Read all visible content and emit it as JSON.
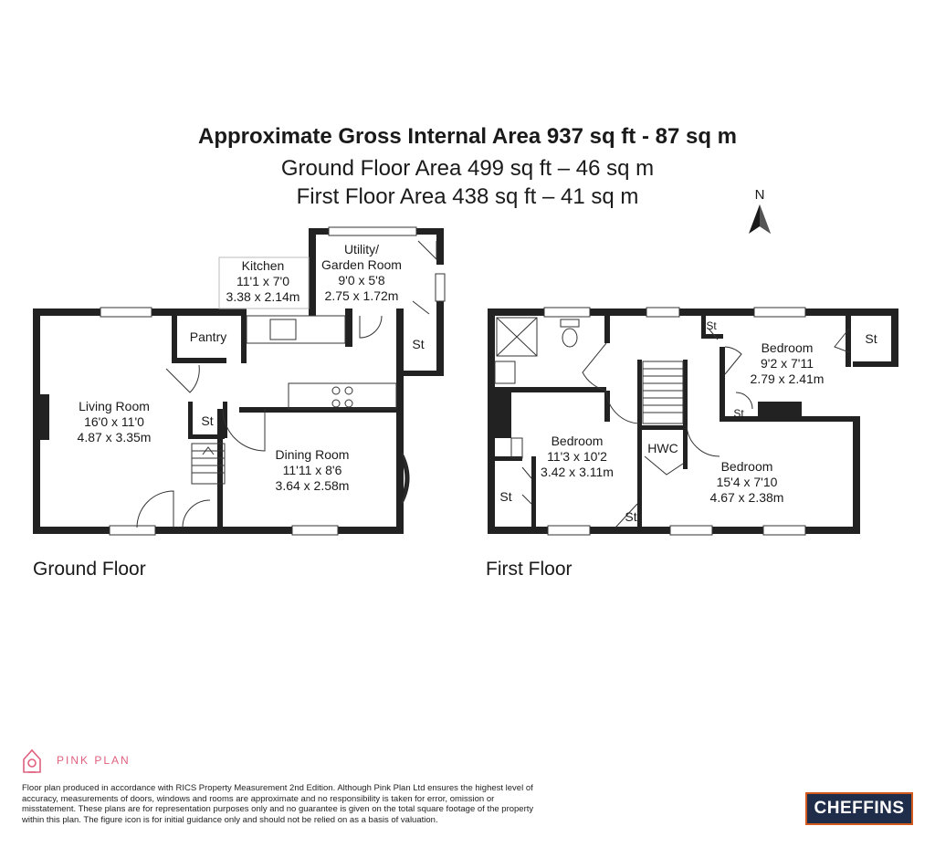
{
  "header": {
    "gross_area": "Approximate Gross Internal Area 937 sq ft - 87 sq m",
    "ground_area": "Ground Floor Area 499 sq ft – 46 sq m",
    "first_area": "First Floor Area 438 sq ft – 41 sq m"
  },
  "compass": {
    "label": "N"
  },
  "ground_floor": {
    "name": "Ground Floor",
    "rooms": {
      "kitchen": {
        "name": "Kitchen",
        "imperial": "11'1 x 7'0",
        "metric": "3.38 x 2.14m"
      },
      "utility": {
        "name1": "Utility/",
        "name2": "Garden Room",
        "imperial": "9'0 x 5'8",
        "metric": "2.75 x 1.72m"
      },
      "pantry": {
        "name": "Pantry"
      },
      "living": {
        "name": "Living Room",
        "imperial": "16'0 x 11'0",
        "metric": "4.87 x 3.35m"
      },
      "store_hall": {
        "name": "St"
      },
      "store_utility": {
        "name": "St"
      },
      "dining": {
        "name": "Dining Room",
        "imperial": "11'11 x 8'6",
        "metric": "3.64 x 2.58m"
      }
    }
  },
  "first_floor": {
    "name": "First Floor",
    "rooms": {
      "bedroom_small": {
        "name": "Bedroom",
        "imperial": "9'2 x 7'11",
        "metric": "2.79 x 2.41m"
      },
      "bedroom_left": {
        "name": "Bedroom",
        "imperial": "11'3 x 10'2",
        "metric": "3.42 x 3.11m"
      },
      "bedroom_right": {
        "name": "Bedroom",
        "imperial": "15'4 x 7'10",
        "metric": "4.67 x 2.38m"
      },
      "hwc": {
        "name": "HWC"
      },
      "store_a": {
        "name": "St"
      },
      "store_b": {
        "name": "St"
      },
      "store_c": {
        "name": "St"
      },
      "store_d": {
        "name": "St"
      },
      "store_e": {
        "name": "St"
      }
    }
  },
  "footer": {
    "brand": "PINK PLAN",
    "disclaimer": "Floor plan produced in accordance with RICS Property Measurement 2nd Edition. Although Pink Plan Ltd ensures the highest level of accuracy, measurements of doors, windows and rooms are approximate and no responsibility is taken for error, omission or misstatement. These plans are for representation purposes only and no guarantee is given on the total square footage of the property within this plan. The figure icon is for initial guidance only and should not be relied on as a basis of valuation.",
    "agent_logo": "CHEFFINS"
  }
}
